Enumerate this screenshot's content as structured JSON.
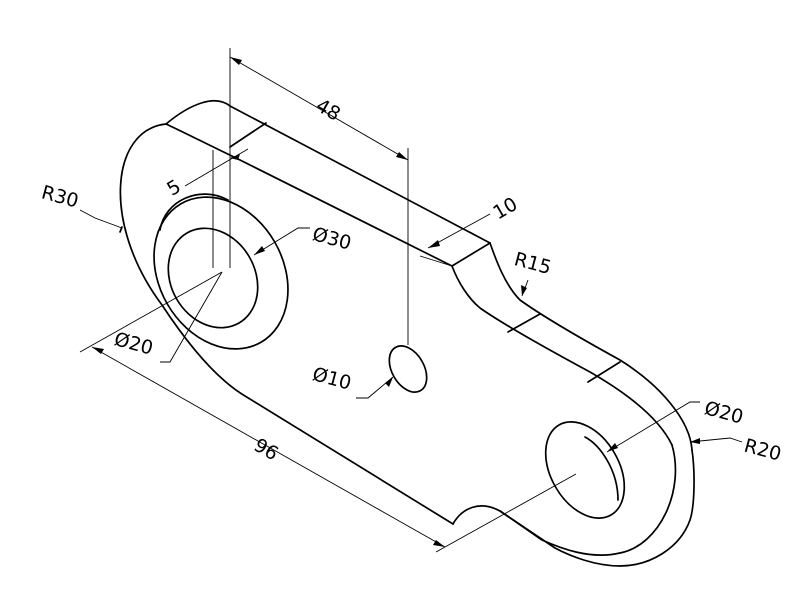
{
  "dimensions": {
    "top_length": "48",
    "offset": "5",
    "thickness": "10",
    "overall_length": "96",
    "outer_radius_left": "R30",
    "radius_fillet": "R15",
    "outer_radius_right": "R20",
    "boss_diameter": "Ø30",
    "bore_left": "Ø20",
    "small_hole": "Ø10",
    "bore_right": "Ø20"
  }
}
